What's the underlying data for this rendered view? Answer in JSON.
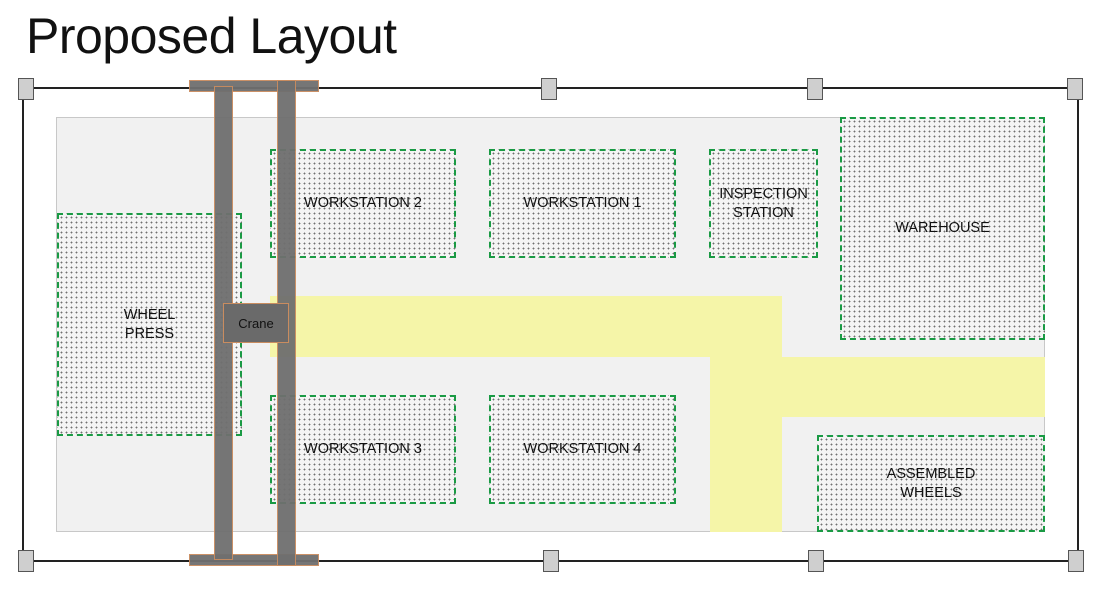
{
  "title": "Proposed Layout",
  "zones": {
    "wheel_press": "WHEEL\nPRESS",
    "workstation_2": "WORKSTATION 2",
    "workstation_1": "WORKSTATION 1",
    "inspection_station": "INSPECTION\nSTATION",
    "warehouse": "WAREHOUSE",
    "workstation_3": "WORKSTATION 3",
    "workstation_4": "WORKSTATION 4",
    "assembled_wheels": "ASSEMBLED\nWHEELS"
  },
  "crane": {
    "label": "Crane"
  },
  "colors": {
    "zone_border": "#1a9a44",
    "aisle": "#f5f5a8",
    "crane_fill": "#6f6f6f",
    "crane_outline": "#c98c5f"
  }
}
